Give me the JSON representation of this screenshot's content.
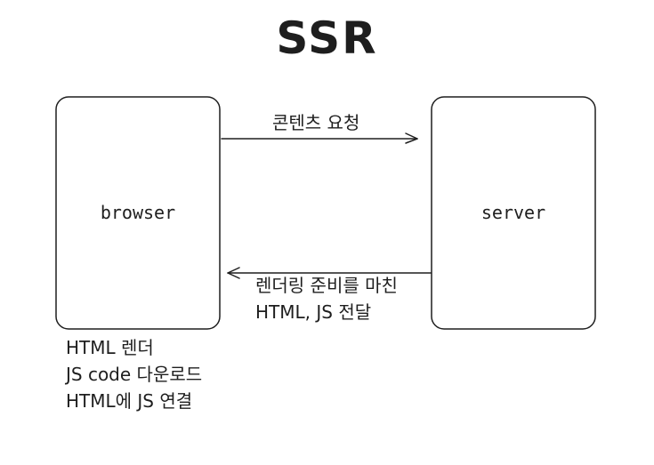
{
  "title": "SSR",
  "nodes": {
    "browser": {
      "label": "browser"
    },
    "server": {
      "label": "server"
    }
  },
  "edges": {
    "request": {
      "label": "콘텐츠 요청"
    },
    "response": {
      "line1": "렌더링 준비를 마친",
      "line2": "HTML, JS 전달"
    }
  },
  "browser_notes": {
    "line1": "HTML 렌더",
    "line2": "JS code 다운로드",
    "line3": "HTML에 JS 연결"
  }
}
